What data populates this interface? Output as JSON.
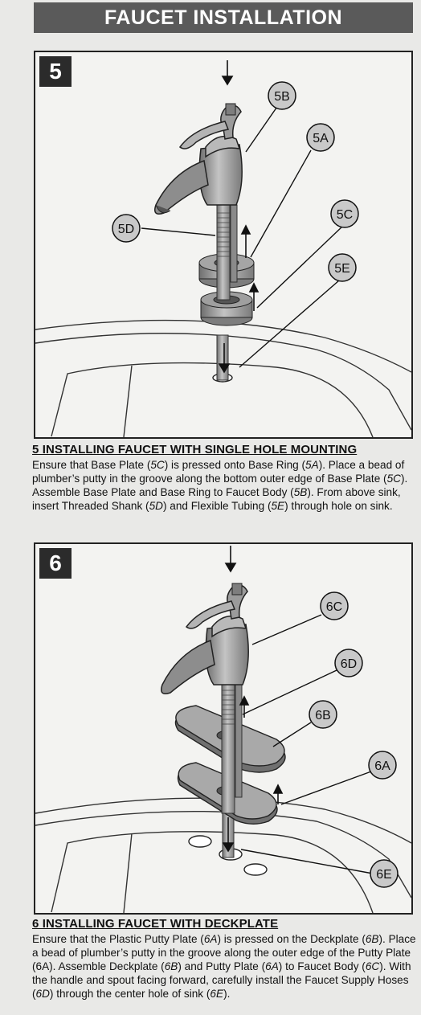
{
  "header": {
    "title": "FAUCET INSTALLATION"
  },
  "step5": {
    "number": "5",
    "callouts": {
      "a": "5A",
      "b": "5B",
      "c": "5C",
      "d": "5D",
      "e": "5E"
    },
    "heading": "5  INSTALLING FAUCET WITH SINGLE HOLE MOUNTING",
    "body": [
      {
        "t": "Ensure that Base Plate ("
      },
      {
        "i": "5C"
      },
      {
        "t": ") is pressed onto Base Ring ("
      },
      {
        "i": "5A"
      },
      {
        "t": ").  Place a bead of plumber’s putty in the groove along the bottom outer edge of Base Plate ("
      },
      {
        "i": "5C"
      },
      {
        "t": "). Assemble Base Plate and Base Ring to Faucet Body ("
      },
      {
        "i": "5B"
      },
      {
        "t": ").  From above sink, insert Threaded Shank ("
      },
      {
        "i": "5D"
      },
      {
        "t": ") and Flexible Tubing ("
      },
      {
        "i": "5E"
      },
      {
        "t": ") through hole on sink."
      }
    ]
  },
  "step6": {
    "number": "6",
    "callouts": {
      "a": "6A",
      "b": "6B",
      "c": "6C",
      "d": "6D",
      "e": "6E"
    },
    "heading": "6  INSTALLING FAUCET WITH DECKPLATE",
    "body": [
      {
        "t": "Ensure that the Plastic Putty Plate ("
      },
      {
        "i": "6A"
      },
      {
        "t": ") is pressed on the Deckplate ("
      },
      {
        "i": "6B"
      },
      {
        "t": ").  Place a bead of plumber’s putty in the groove along the outer edge of the Putty Plate (6A). Assemble Deckplate ("
      },
      {
        "i": "6B"
      },
      {
        "t": ") and Putty Plate ("
      },
      {
        "i": "6A"
      },
      {
        "t": ") to Faucet Body ("
      },
      {
        "i": "6C"
      },
      {
        "t": "). With the handle and spout facing forward, carefully install the Faucet Supply Hoses ("
      },
      {
        "i": "6D"
      },
      {
        "t": ") through the center hole of sink ("
      },
      {
        "i": "6E"
      },
      {
        "t": ")."
      }
    ]
  },
  "colors": {
    "header_bg": "#5a5a5a",
    "step_box_bg": "#2b2b2b",
    "callout_fill": "#c9c9c9",
    "faucet_gray": "#9a9a9a"
  }
}
